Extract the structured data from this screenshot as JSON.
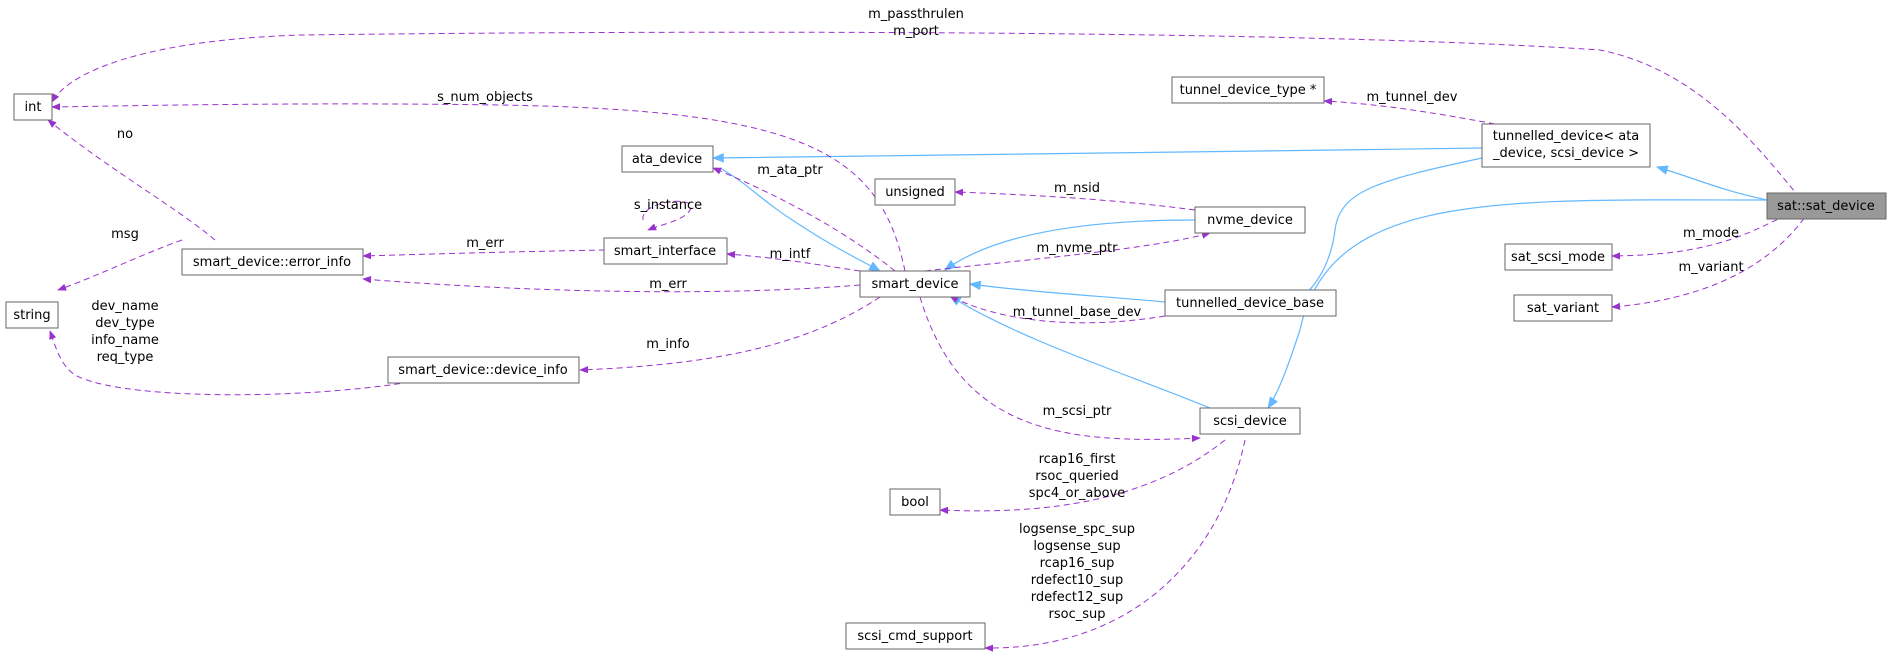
{
  "diagram": {
    "colors": {
      "dependency": "#9a32cd",
      "inheritance": "#63b8ff",
      "highlight_node": "#999999",
      "node_border": "#666666"
    },
    "nodes": {
      "int": "int",
      "string": "string",
      "error_info": "smart_device::error_info",
      "device_info": "smart_device::device_info",
      "ata_device": "ata_device",
      "smart_interface": "smart_interface",
      "smart_device": "smart_device",
      "unsigned": "unsigned",
      "nvme_device": "nvme_device",
      "tunnel_device_type": "tunnel_device_type *",
      "tunnelled_device_line1": "tunnelled_device< ata",
      "tunnelled_device_line2": "_device, scsi_device >",
      "tunnelled_device_base": "tunnelled_device_base",
      "scsi_device": "scsi_device",
      "bool": "bool",
      "scsi_cmd_support": "scsi_cmd_support",
      "sat_device": "sat::sat_device",
      "sat_scsi_mode": "sat_scsi_mode",
      "sat_variant": "sat_variant"
    },
    "labels": {
      "m_passthrulen": "m_passthrulen",
      "m_port": "m_port",
      "s_num_objects": "s_num_objects",
      "no": "no",
      "m_tunnel_dev": "m_tunnel_dev",
      "m_ata_ptr": "m_ata_ptr",
      "m_nsid": "m_nsid",
      "s_instance": "s_instance",
      "msg": "msg",
      "m_err_top": "m_err",
      "m_intf": "m_intf",
      "m_nvme_ptr": "m_nvme_ptr",
      "m_err_bottom": "m_err",
      "dev_name": "dev_name",
      "dev_type": "dev_type",
      "info_name": "info_name",
      "req_type": "req_type",
      "m_tunnel_base_dev": "m_tunnel_base_dev",
      "m_info": "m_info",
      "m_scsi_ptr": "m_scsi_ptr",
      "rcap16_first": "rcap16_first",
      "rsoc_queried": "rsoc_queried",
      "spc4_or_above": "spc4_or_above",
      "logsense_spc_sup": "logsense_spc_sup",
      "logsense_sup": "logsense_sup",
      "rcap16_sup": "rcap16_sup",
      "rdefect10_sup": "rdefect10_sup",
      "rdefect12_sup": "rdefect12_sup",
      "rsoc_sup": "rsoc_sup",
      "m_mode": "m_mode",
      "m_variant": "m_variant"
    }
  }
}
